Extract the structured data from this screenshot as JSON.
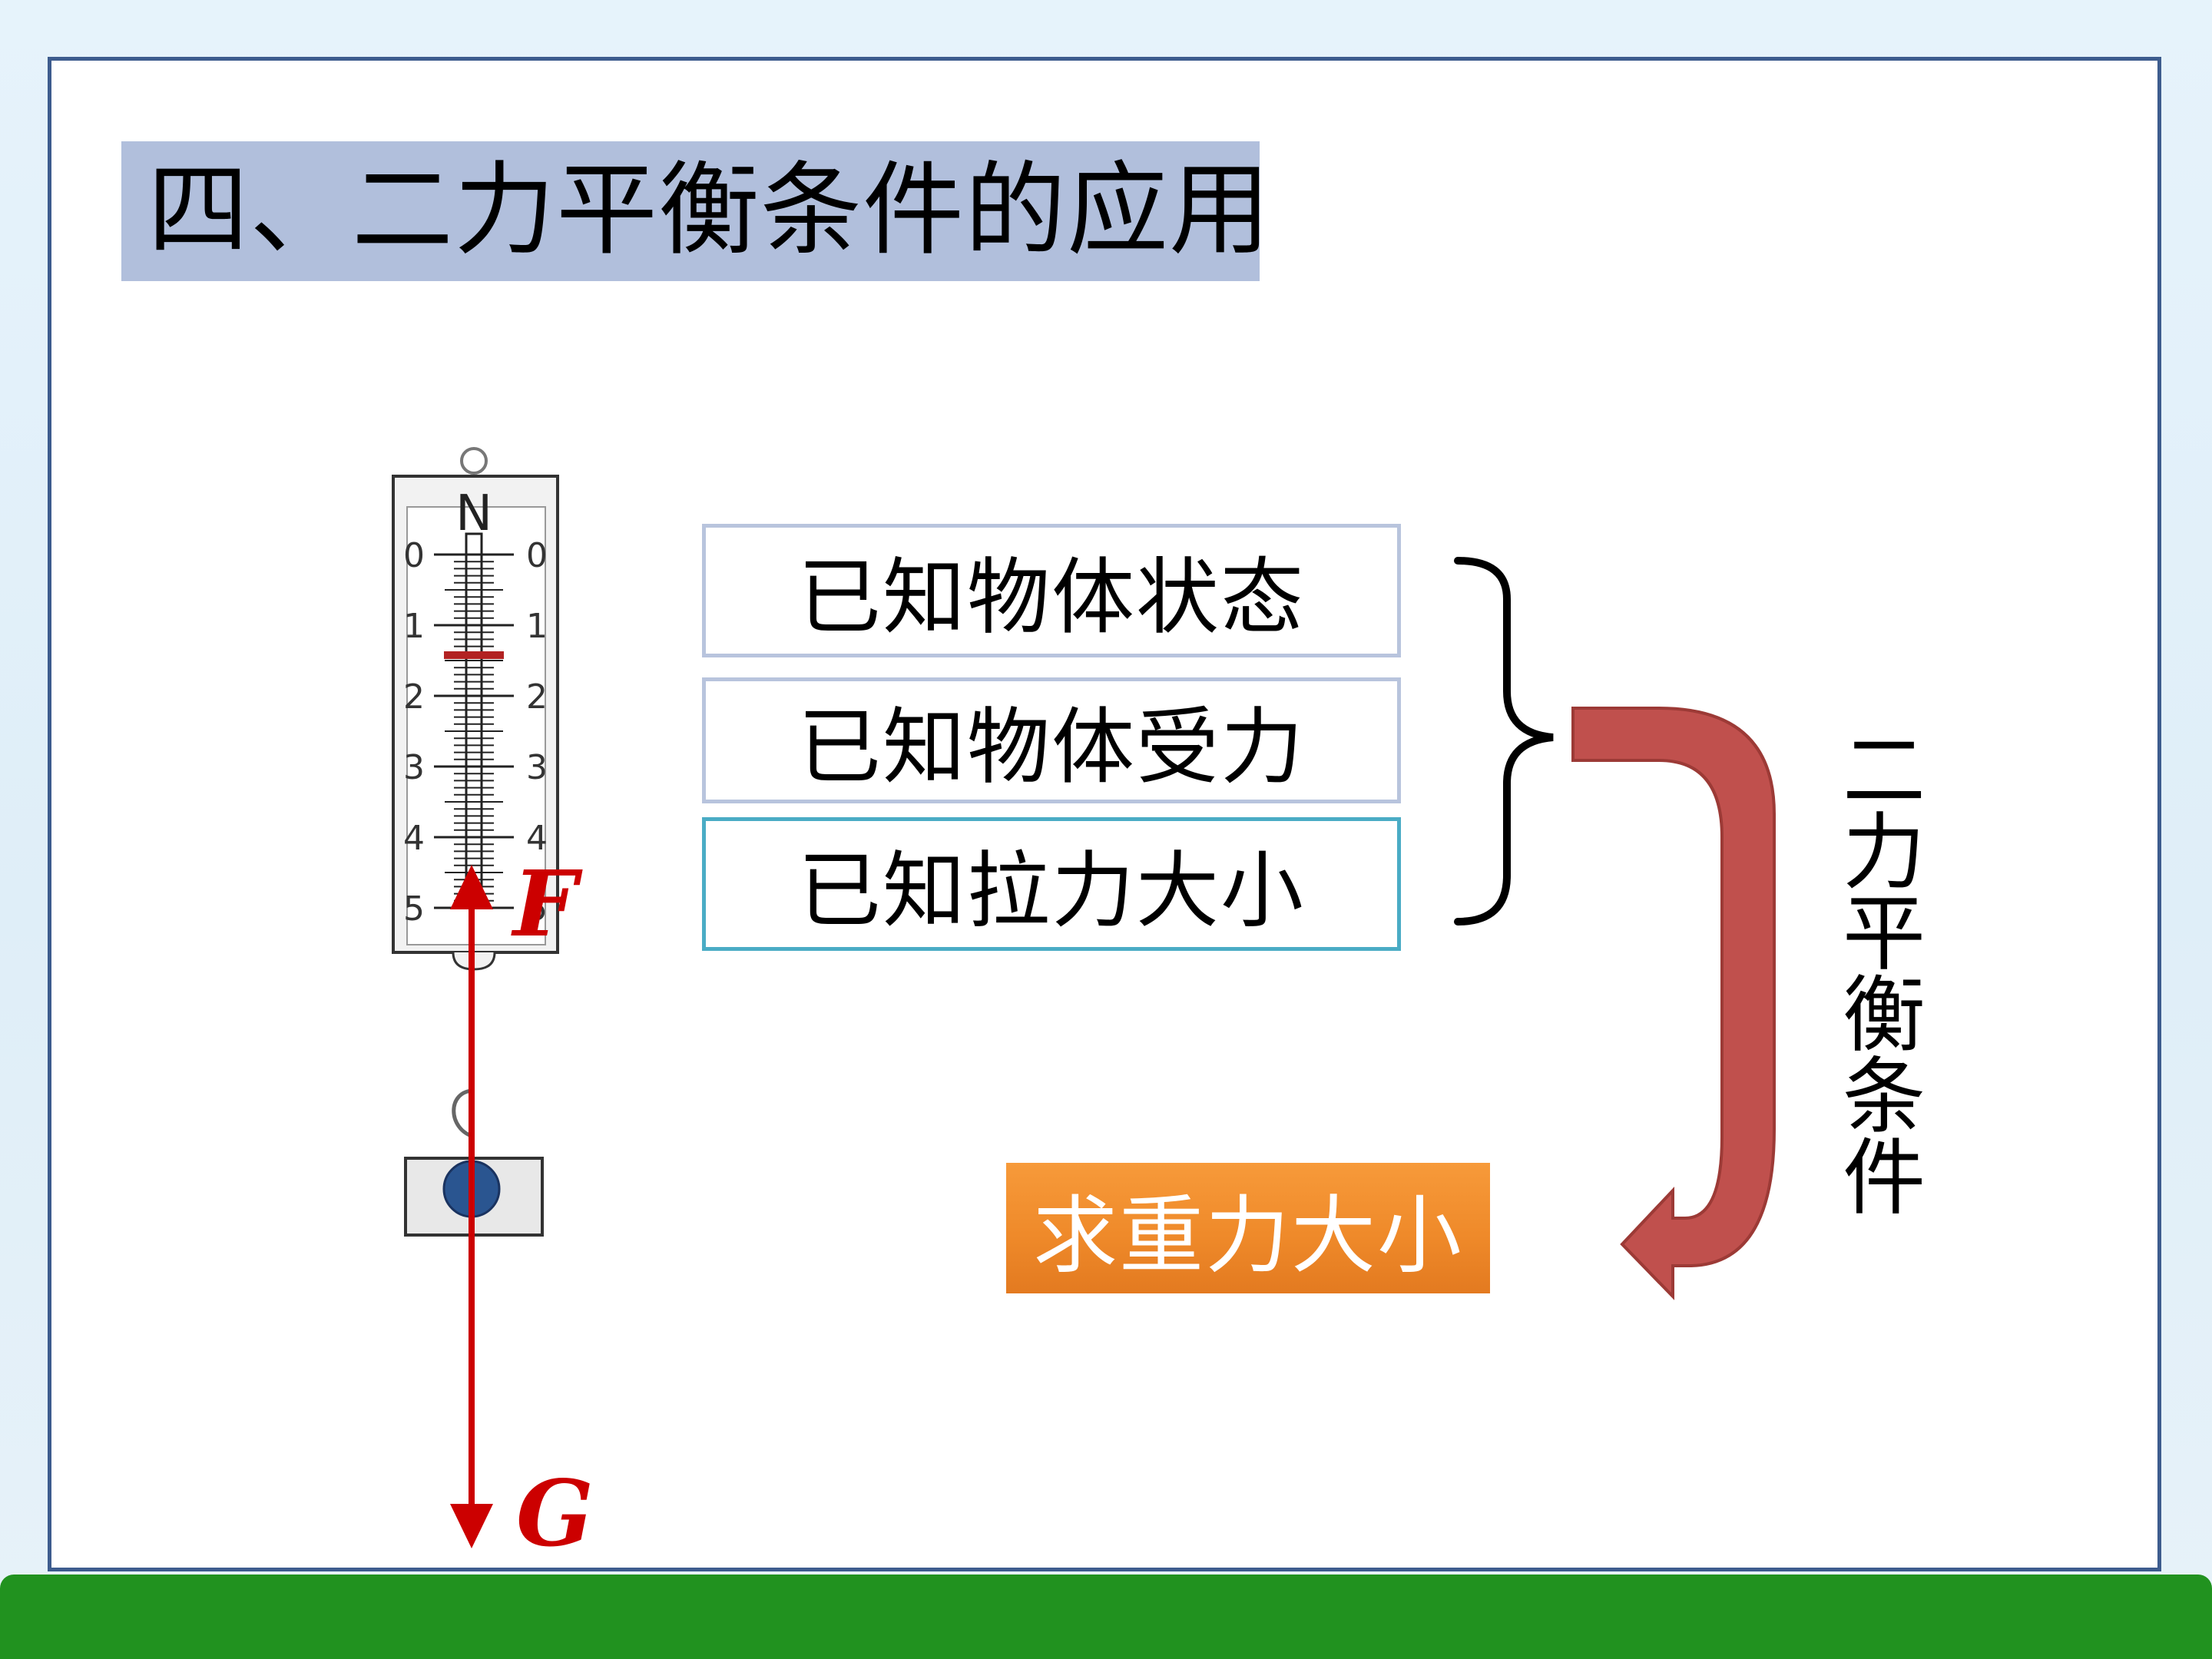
{
  "title": "四、二力平衡条件的应用",
  "known_items": [
    "已知物体状态",
    "已知物体受力",
    "已知拉力大小"
  ],
  "result": "求重力大小",
  "condition_label": "二力平衡条件",
  "spring_scale": {
    "unit": "N",
    "ticks": [
      "0",
      "1",
      "2",
      "3",
      "4",
      "5"
    ]
  },
  "forces": {
    "upward": "F",
    "downward": "G"
  },
  "colors": {
    "title_band": "#b1bfdc",
    "result_box": "#ef8a2a",
    "curved_arrow": "#c0504d",
    "force_arrows": "#cc0000",
    "bottom_bar": "#21921f"
  }
}
